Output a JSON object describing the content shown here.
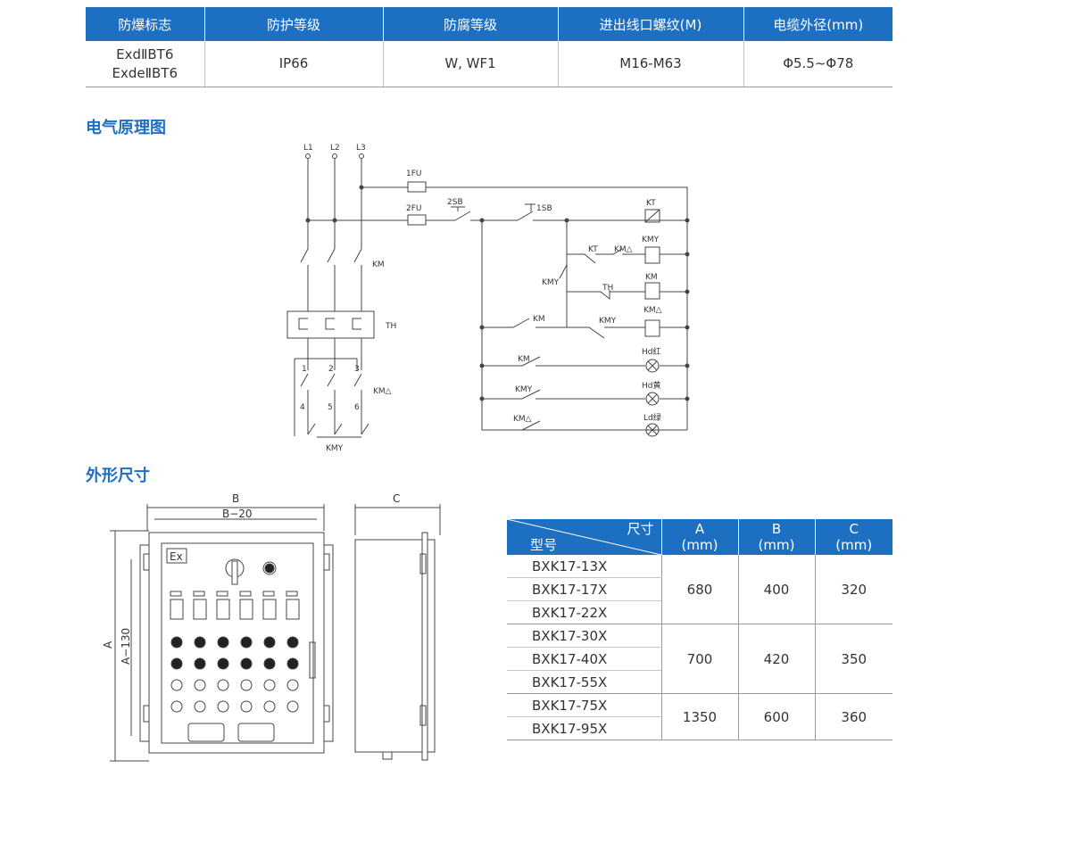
{
  "spec": {
    "headers": [
      "防爆标志",
      "防护等级",
      "防腐等级",
      "进出线口螺纹(M)",
      "电缆外径(mm)"
    ],
    "marking_line1": "ExdⅡBT6",
    "marking_line2": "ExdeⅡBT6",
    "protection": "IP66",
    "anticorrosion": "W, WF1",
    "thread": "M16-M63",
    "cable_diameter": "Φ5.5~Φ78"
  },
  "sections": {
    "schematic_title": "电气原理图",
    "dimensions_title": "外形尺寸"
  },
  "schematic": {
    "l1": "L1",
    "l2": "L2",
    "l3": "L3",
    "fu1": "1FU",
    "fu2": "2FU",
    "sb2": "2SB",
    "sb1": "1SB",
    "kt": "KT",
    "km": "KM",
    "th": "TH",
    "kmy": "KMY",
    "kmd": "KM△",
    "n1": "1",
    "n2": "2",
    "n3": "3",
    "n4": "4",
    "n5": "5",
    "n6": "6",
    "hd_red": "Hd红",
    "hd_yellow": "Hd黄",
    "ld_green": "Ld绿"
  },
  "dimensions": {
    "b": "B",
    "b20": "B−20",
    "c": "C",
    "a": "A",
    "a130": "A−130",
    "ex": "Ex"
  },
  "sizes": {
    "header_size": "尺寸",
    "header_model": "型号",
    "col_a": "A",
    "col_b": "B",
    "col_c": "C",
    "unit": "(mm)",
    "models": [
      "BXK17-13X",
      "BXK17-17X",
      "BXK17-22X",
      "BXK17-30X",
      "BXK17-40X",
      "BXK17-55X",
      "BXK17-75X",
      "BXK17-95X"
    ],
    "groups": [
      {
        "a": "680",
        "b": "400",
        "c": "320"
      },
      {
        "a": "700",
        "b": "420",
        "c": "350"
      },
      {
        "a": "1350",
        "b": "600",
        "c": "360"
      }
    ]
  },
  "colors": {
    "accent": "#1d6fc2",
    "line": "#444444"
  }
}
